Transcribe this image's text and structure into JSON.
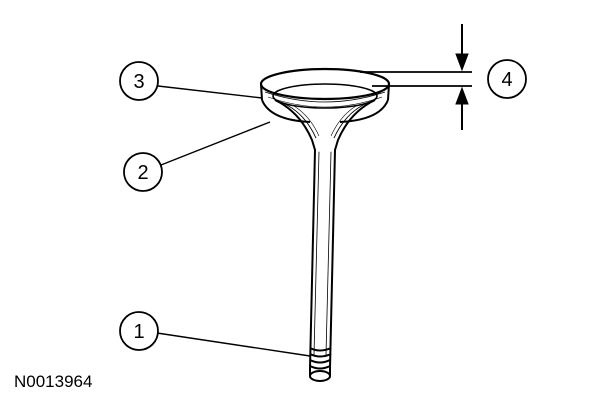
{
  "figure": {
    "reference_id": "N0013964"
  },
  "callouts": [
    {
      "key": "stem-end",
      "label": "1"
    },
    {
      "key": "valve-face",
      "label": "2"
    },
    {
      "key": "valve-margin",
      "label": "3"
    },
    {
      "key": "margin-thickness",
      "label": "4"
    }
  ],
  "colors": {
    "line": "#000000",
    "background": "#ffffff"
  }
}
